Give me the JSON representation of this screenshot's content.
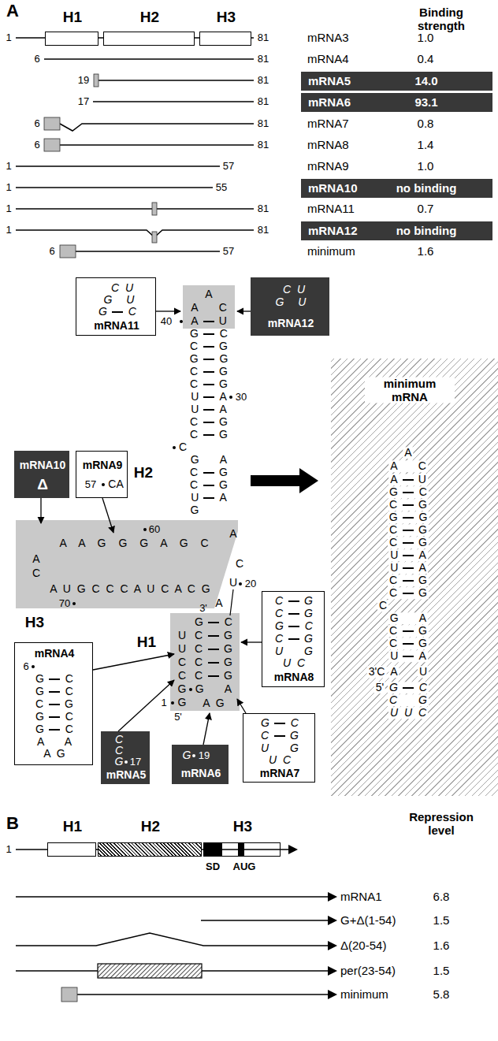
{
  "diagram": {
    "nodes": [
      {
        "text": [
          "H1"
        ]
      },
      {
        "text": [
          "H2"
        ]
      },
      {
        "text": [
          "H3"
        ]
      },
      {
        "text": [
          "mRNA5",
          "14.0"
        ]
      },
      {
        "text": [
          "mRNA6",
          "93.1"
        ]
      },
      {
        "text": [
          "mRNA10",
          "no binding"
        ]
      },
      {
        "text": [
          "mRNA12",
          "no binding"
        ]
      },
      {
        "text": [
          "C U",
          "G U",
          "G C",
          "mRNA11"
        ]
      },
      {
        "text": [
          "C U",
          "G U",
          "mRNA12"
        ]
      },
      {
        "text": [
          "mRNA10",
          "Δ"
        ]
      },
      {
        "text": [
          "mRNA9",
          "57",
          "CA"
        ]
      },
      {
        "text": [
          "mRNA4",
          "6",
          "G C",
          "G C",
          "C G",
          "G C",
          "G C",
          "A A",
          "A G"
        ]
      },
      {
        "text": [
          "C",
          "C",
          "G",
          "17",
          "mRNA5"
        ]
      },
      {
        "text": [
          "G",
          "19",
          "mRNA6"
        ]
      },
      {
        "text": [
          "G C",
          "C G",
          "U G",
          "U C",
          "mRNA7"
        ]
      },
      {
        "text": [
          "C G",
          "C G",
          "G C",
          "C G",
          "U G",
          "U C",
          "mRNA8"
        ]
      },
      {
        "text": [
          "minimum mRNA",
          "A",
          "A C",
          "A U",
          "G C",
          "C G",
          "G G",
          "C G",
          "C G",
          "U A",
          "U A",
          "C G",
          "C G",
          "C",
          "G A",
          "C G",
          "C G",
          "U A",
          "3'C",
          "A",
          "U",
          "5'",
          "G C",
          "C G",
          "U U C"
        ]
      },
      {
        "text": [
          "H1"
        ]
      },
      {
        "text": [
          "H2"
        ]
      },
      {
        "text": [
          "H3"
        ]
      }
    ],
    "labels": [
      "A",
      "Binding strength",
      "1",
      "81",
      "mRNA3",
      "1.0",
      "6",
      "81",
      "mRNA4",
      "0.4",
      "19",
      "81",
      "17",
      "81",
      "6",
      "81",
      "mRNA7",
      "0.8",
      "6",
      "81",
      "mRNA8",
      "1.4",
      "1",
      "57",
      "mRNA9",
      "1.0",
      "1",
      "55",
      "1",
      "81",
      "mRNA11",
      "0.7",
      "1",
      "81",
      "6",
      "57",
      "minimum",
      "1.6",
      "A",
      "A C",
      "40",
      "A U",
      "G C",
      "C G",
      "G G",
      "C G",
      "C G",
      "U A",
      "U A",
      "C G",
      "C G",
      "30",
      "C",
      "G A",
      "C G",
      "C G",
      "U A",
      "G",
      "H2",
      "C",
      "U",
      "20",
      "60",
      "A A G G G A G C",
      "A",
      "A",
      "C",
      "A U G C C C A U C A C G",
      "70",
      "3'",
      "A",
      "H3",
      "G C",
      "C G",
      "C G",
      "C G",
      "C G",
      "U",
      "U",
      "C",
      "C",
      "G",
      "G",
      "G A",
      "A G",
      "1",
      "5'",
      "H1",
      "B",
      "1",
      "SD",
      "AUG",
      "Repression level",
      "mRNA1",
      "6.8",
      "G+Δ(1-54)",
      "1.5",
      "Δ(20-54)",
      "1.6",
      "per(23-54)",
      "1.5",
      "minimum",
      "5.8"
    ]
  }
}
